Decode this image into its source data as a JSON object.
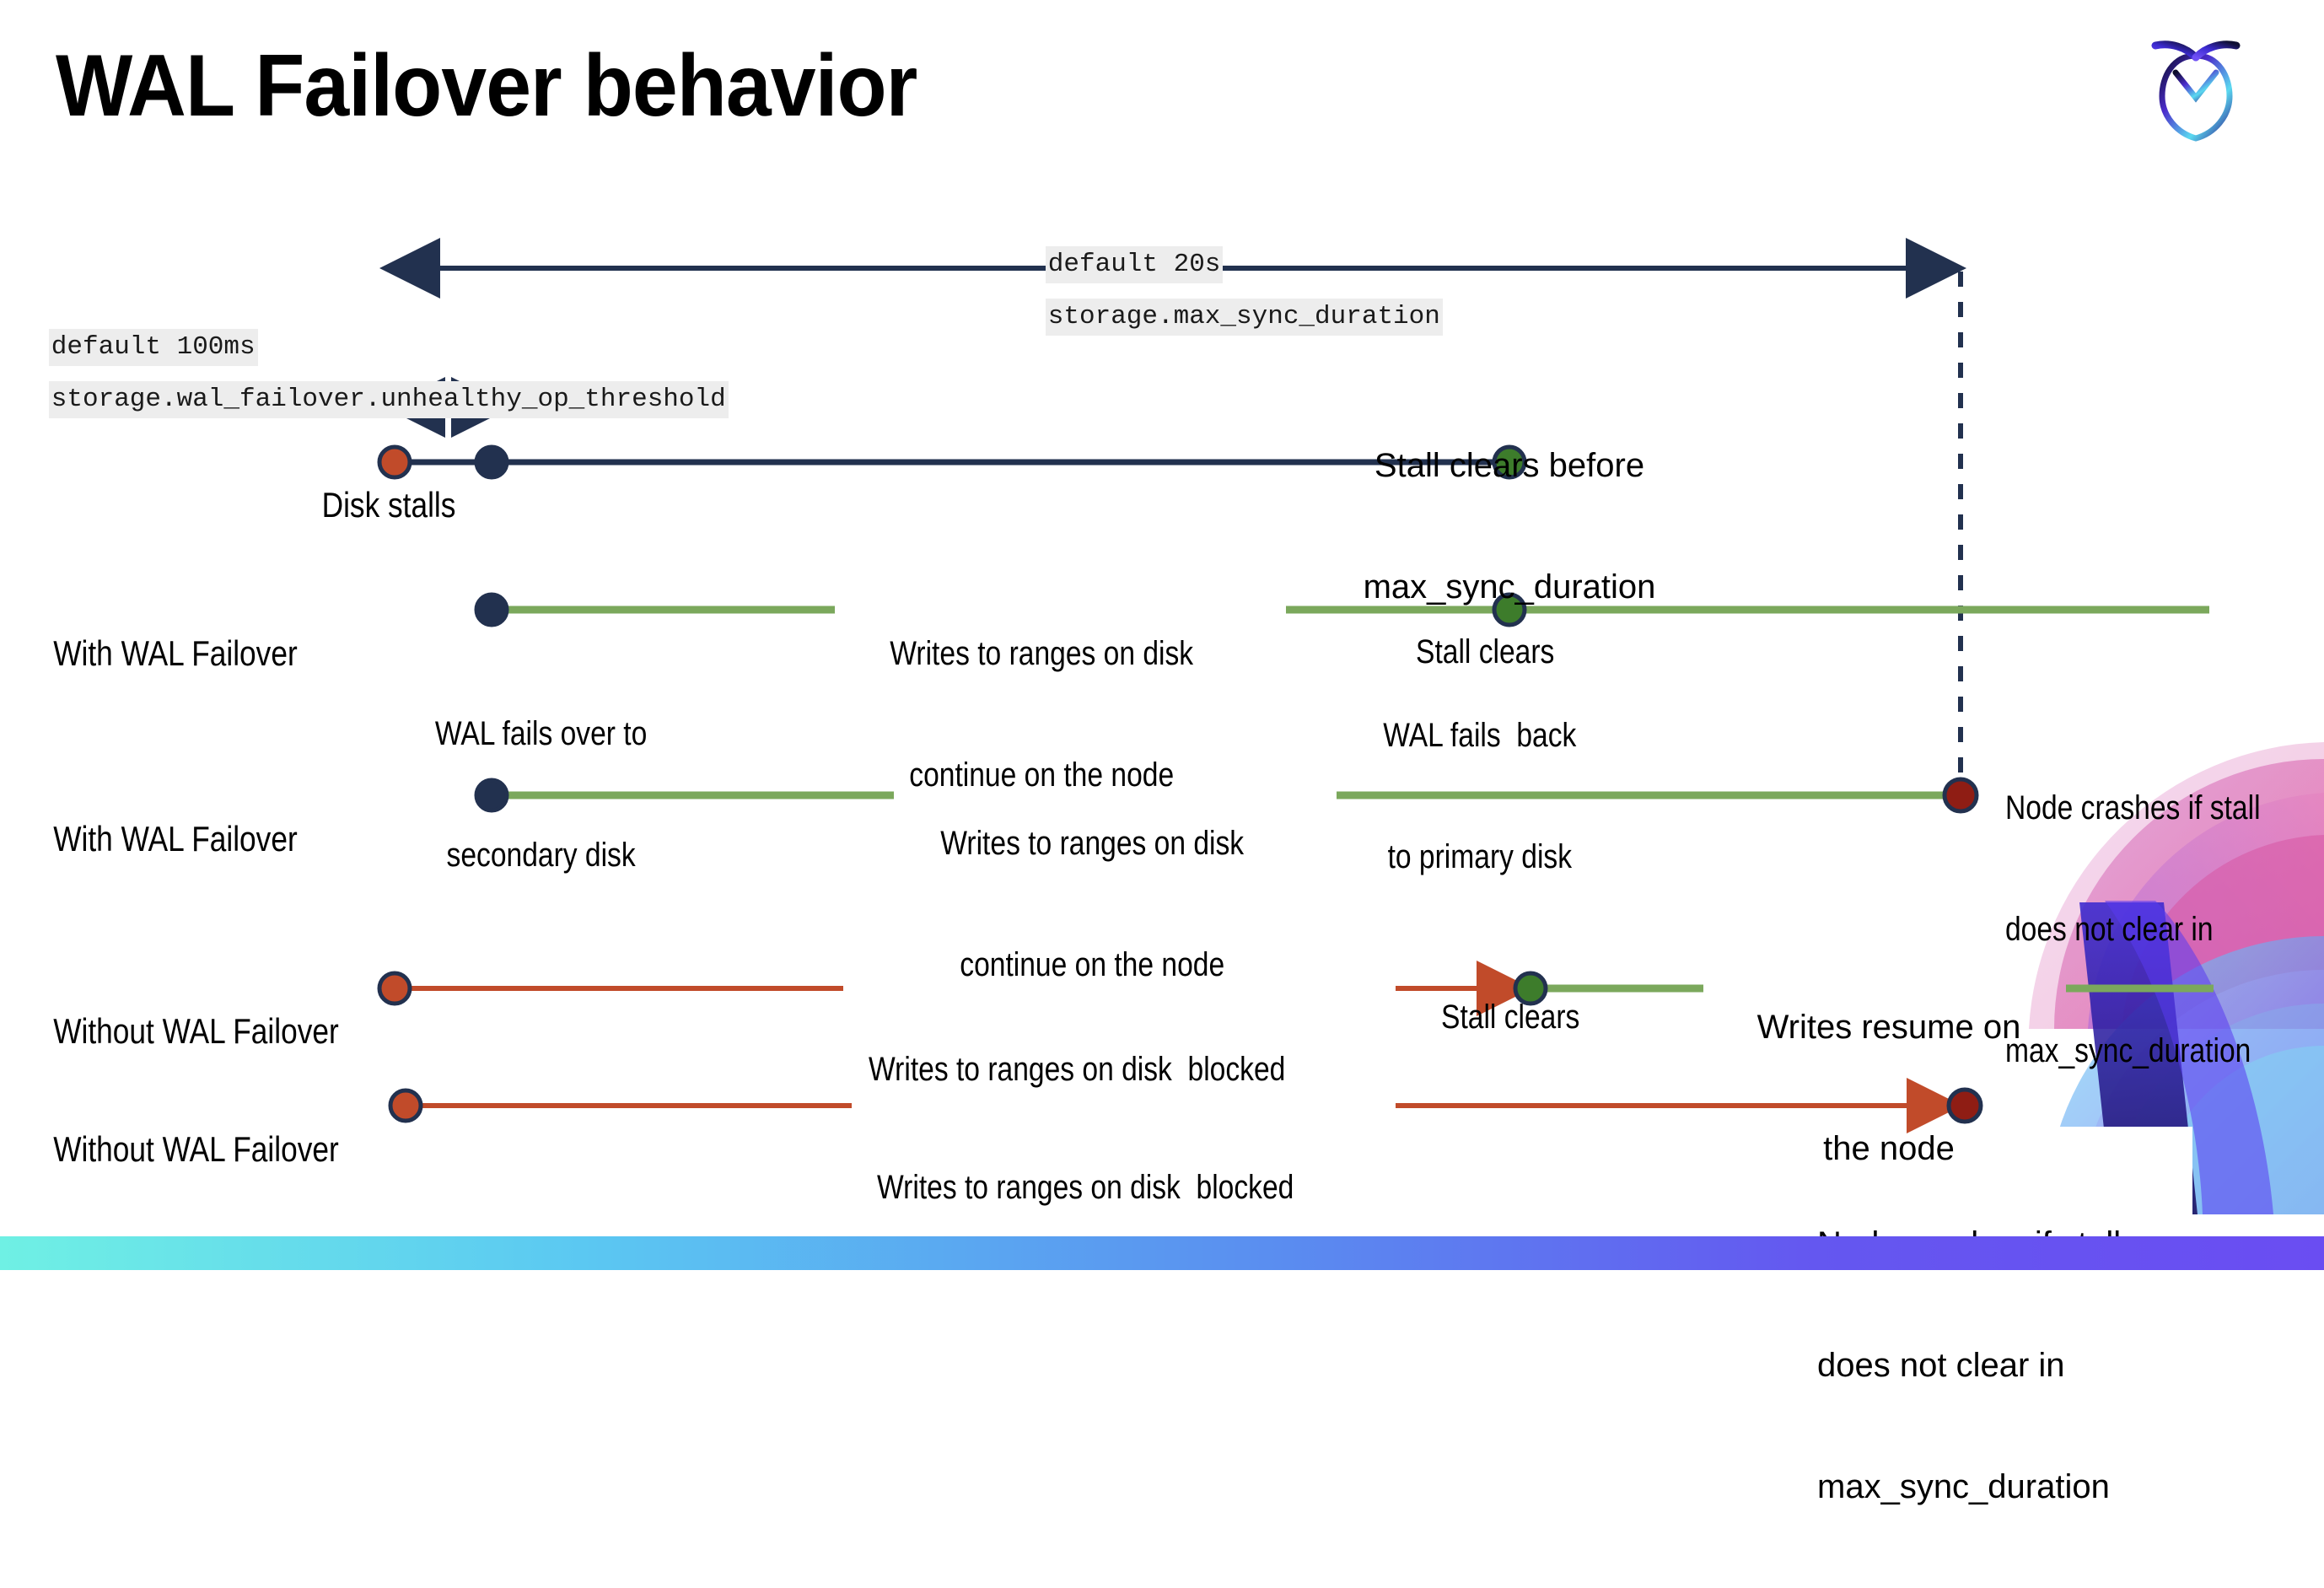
{
  "slide": {
    "title": "WAL Failover behavior",
    "logo_icon": "cockroachdb-logo-icon",
    "background_color": "#ffffff",
    "bottom_band_colors": [
      "#6ff0e4",
      "#5bc8f2",
      "#5a8df0",
      "#6457f0",
      "#6a4df2"
    ]
  },
  "colors": {
    "navy": "#22314f",
    "orange": "#c14b2a",
    "green_dot": "#3d7c2b",
    "green_line": "#7fa css",
    "green_line_hex": "#7ba85c",
    "dark_red": "#8f1d14",
    "code_bg": "#ededed",
    "text": "#000000"
  },
  "annotations": {
    "max_sync": {
      "default_line": "default 20s",
      "setting_line": "storage.max_sync_duration"
    },
    "unhealthy_op": {
      "default_line": "default 100ms",
      "setting_line": "storage.wal_failover.unhealthy_op_threshold"
    }
  },
  "rows": [
    {
      "id": "disk-stalls",
      "label": "Disk stalls",
      "notes": [
        {
          "id": "stall-clears-before",
          "text": "Stall clears before\nmax_sync_duration"
        }
      ]
    },
    {
      "id": "with-wal-failover-1",
      "label": "With WAL Failover",
      "notes": [
        {
          "id": "wal-fails-over",
          "text": "WAL fails over to\nsecondary disk"
        },
        {
          "id": "writes-continue-1",
          "text": "Writes to ranges on disk\ncontinue on the node"
        },
        {
          "id": "stall-clears-1",
          "text": "Stall clears"
        },
        {
          "id": "wal-fails-back",
          "text": "WAL fails  back\nto primary disk"
        }
      ]
    },
    {
      "id": "with-wal-failover-2",
      "label": "With WAL Failover",
      "notes": [
        {
          "id": "writes-continue-2",
          "text": "Writes to ranges on disk\ncontinue on the node"
        },
        {
          "id": "node-crashes-1",
          "text": "Node crashes if stall\ndoes not clear in\nmax_sync_duration"
        }
      ]
    },
    {
      "id": "without-wal-failover-1",
      "label": "Without WAL Failover",
      "notes": [
        {
          "id": "writes-blocked-1",
          "text": "Writes to ranges on disk  blocked"
        },
        {
          "id": "stall-clears-2",
          "text": "Stall clears"
        },
        {
          "id": "writes-resume",
          "text": "Writes resume on\nthe node"
        }
      ]
    },
    {
      "id": "without-wal-failover-2",
      "label": "Without WAL Failover",
      "notes": [
        {
          "id": "writes-blocked-2",
          "text": "Writes to ranges on disk  blocked"
        },
        {
          "id": "node-crashes-2",
          "text": "Node crashes if stall\ndoes not clear in\nmax_sync_duration"
        }
      ]
    }
  ],
  "text": {
    "title": "WAL Failover behavior",
    "max_sync_default": "default 20s",
    "max_sync_setting": "storage.max_sync_duration",
    "unhealthy_default": "default 100ms",
    "unhealthy_setting": "storage.wal_failover.unhealthy_op_threshold",
    "row1_label": "Disk stalls",
    "row2_label": "With WAL Failover",
    "row3_label": "With WAL Failover",
    "row4_label": "Without WAL Failover",
    "row5_label": "Without WAL Failover",
    "stall_clears_before_l1": "Stall clears before",
    "stall_clears_before_l2": "max_sync_duration",
    "wal_fails_over_l1": "WAL fails over to",
    "wal_fails_over_l2": "secondary disk",
    "writes_continue_l1": "Writes to ranges on disk",
    "writes_continue_l2": "continue on the node",
    "stall_clears": "Stall clears",
    "wal_fails_back_l1": "WAL fails  back",
    "wal_fails_back_l2": "to primary disk",
    "writes_continue2_l1": "Writes to ranges on disk",
    "writes_continue2_l2": "continue on the node",
    "node_crashes_l1": "Node crashes if stall",
    "node_crashes_l2": "does not clear in",
    "node_crashes_l3": "max_sync_duration",
    "writes_blocked": "Writes to ranges on disk  blocked",
    "writes_resume_l1": "Writes resume on",
    "writes_resume_l2": "the node",
    "node_crashes2_l1": "Node crashes if stall",
    "node_crashes2_l2": "does not clear in",
    "node_crashes2_l3": "max_sync_duration"
  }
}
